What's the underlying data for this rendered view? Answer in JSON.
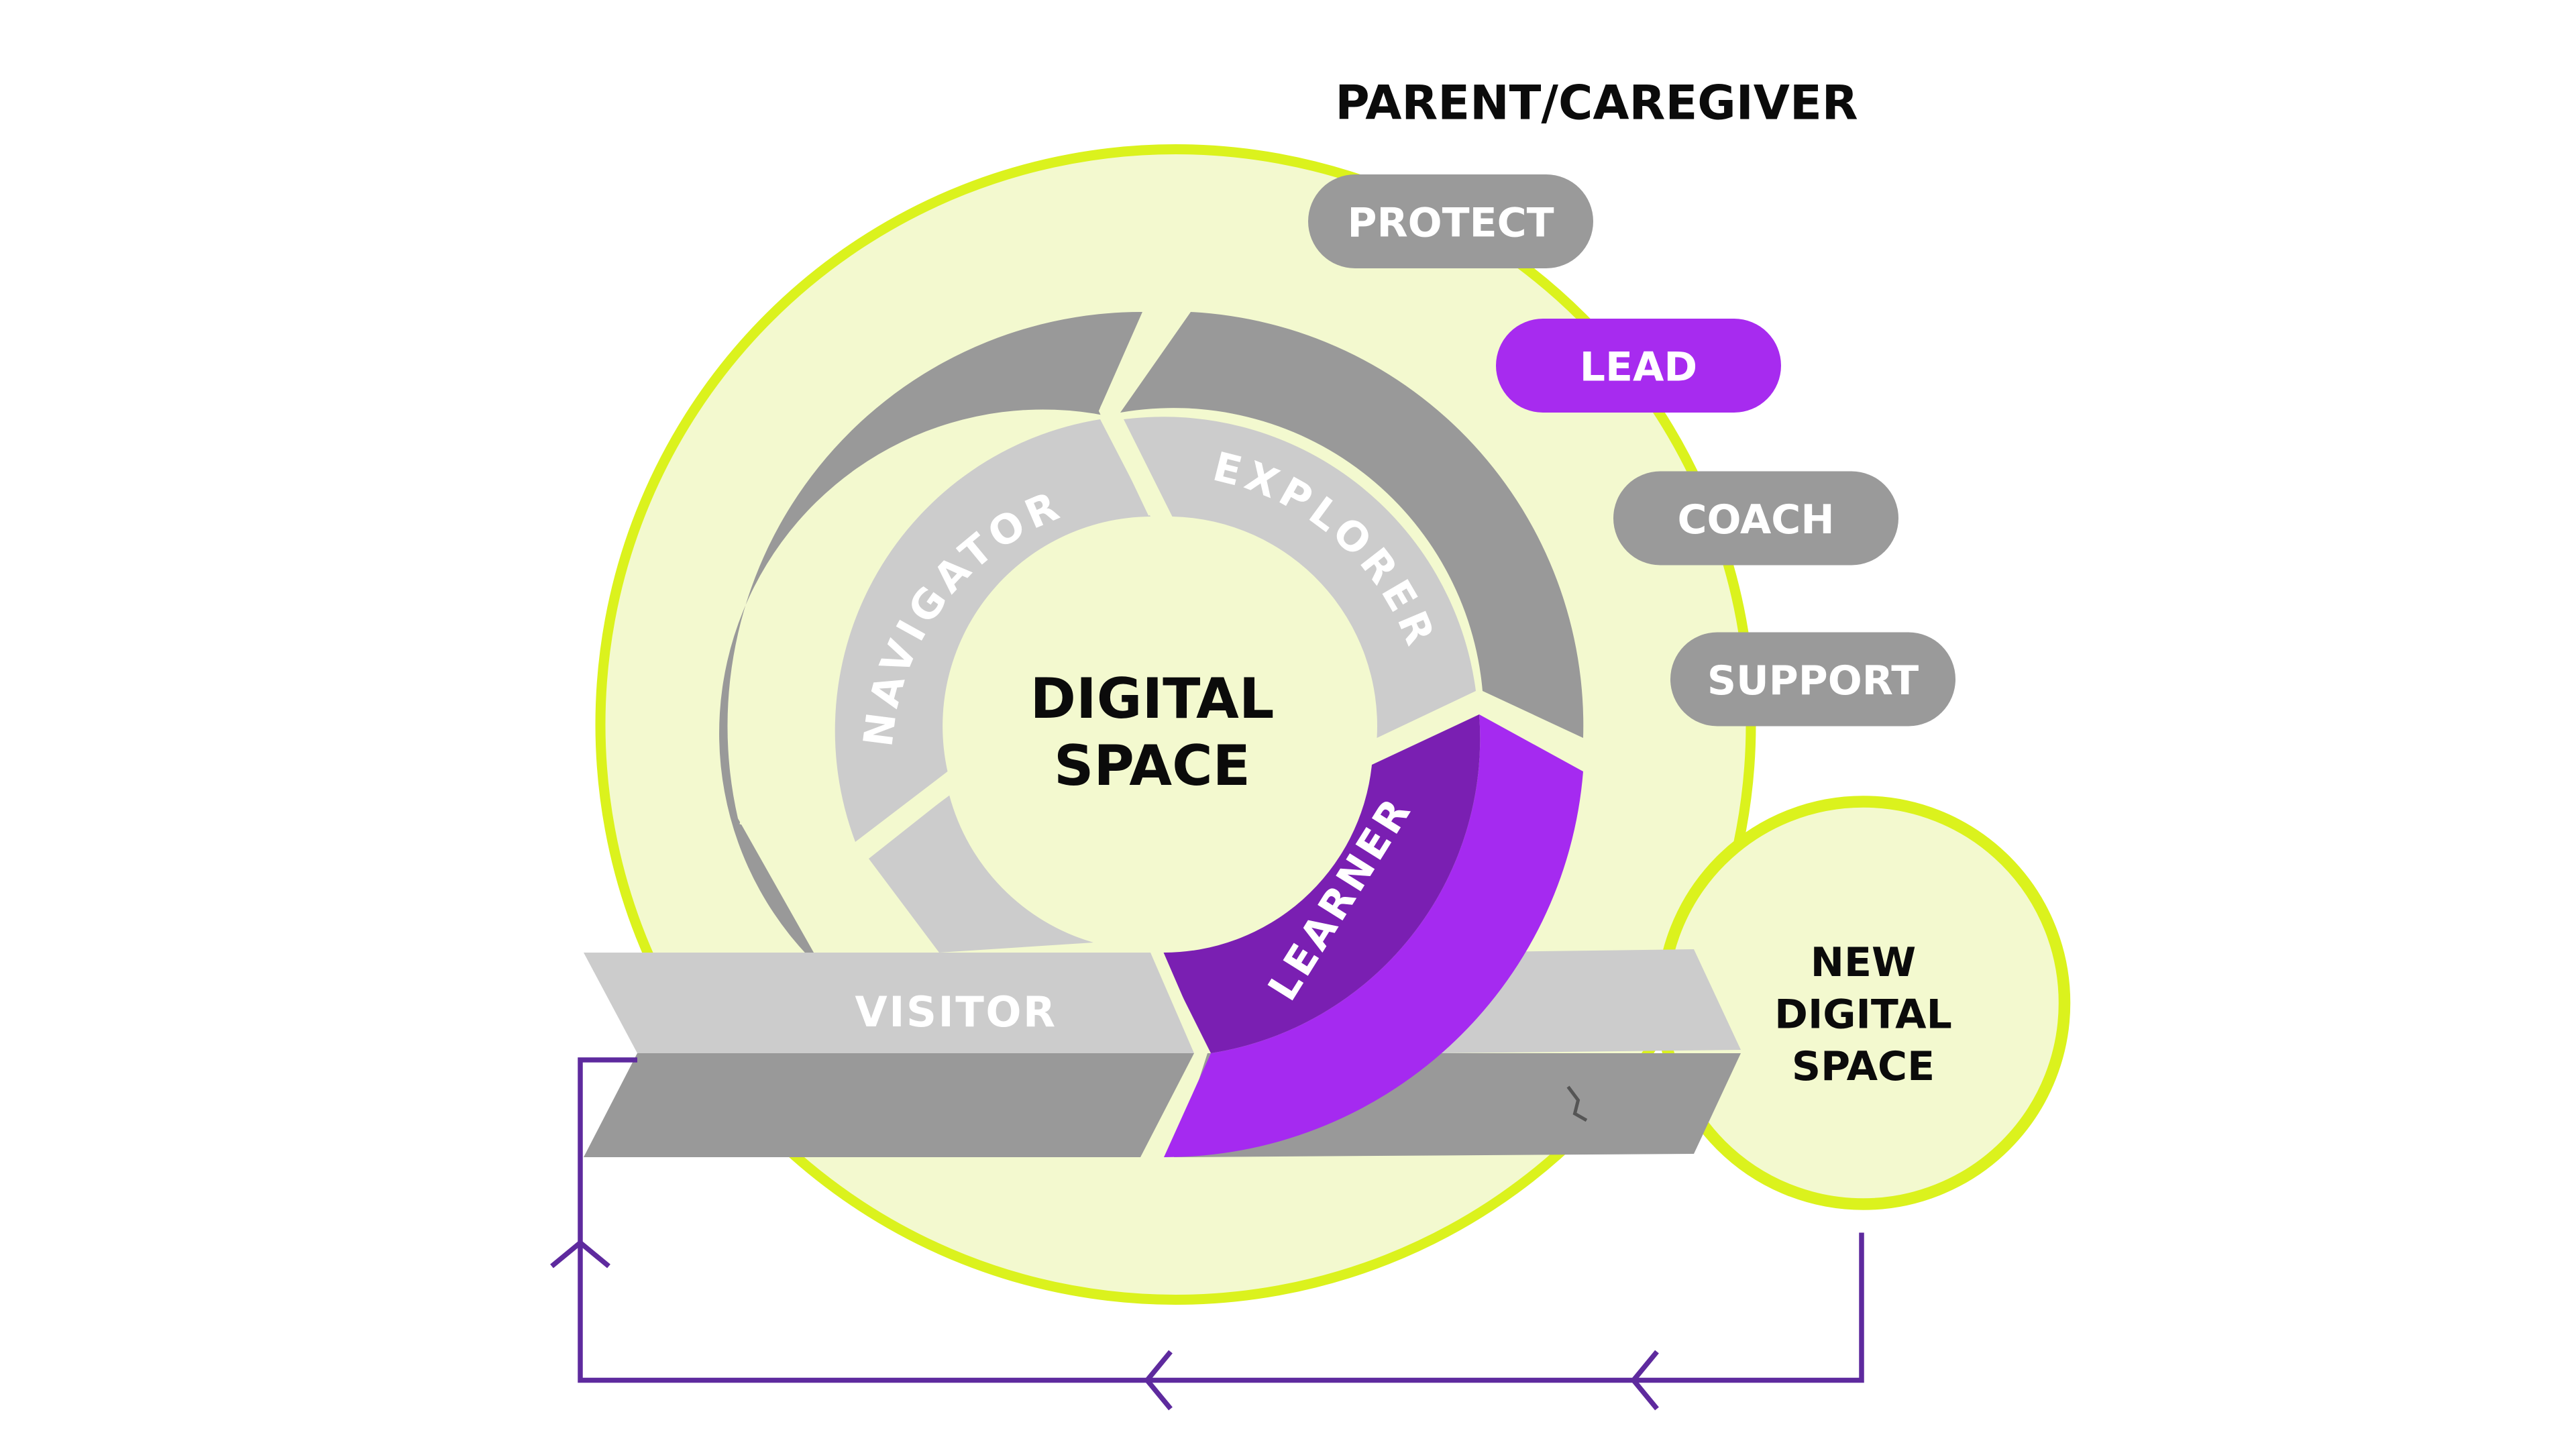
{
  "header": {
    "title": "PARENT/CAREGIVER"
  },
  "roles": [
    {
      "label": "PROTECT",
      "color": "#9a9a9a"
    },
    {
      "label": "LEAD",
      "color": "#a72bef"
    },
    {
      "label": "COACH",
      "color": "#9a9a9a"
    },
    {
      "label": "SUPPORT",
      "color": "#9a9a9a"
    }
  ],
  "center": {
    "line1": "DIGITAL",
    "line2": "SPACE"
  },
  "stages": {
    "navigator": "NAVIGATOR",
    "explorer": "EXPLORER",
    "learner": "LEARNER",
    "visitor": "VISITOR"
  },
  "new_space": {
    "line1": "NEW",
    "line2": "DIGITAL",
    "line3": "SPACE"
  },
  "colors": {
    "lime_fill": "#f3f9cf",
    "lime_stroke": "#dbf21d",
    "grey_dark": "#999999",
    "grey_light": "#cccccc",
    "purple_bright": "#a52af0",
    "purple_dark": "#7a1fb2",
    "loop_line": "#5e2a9e"
  }
}
